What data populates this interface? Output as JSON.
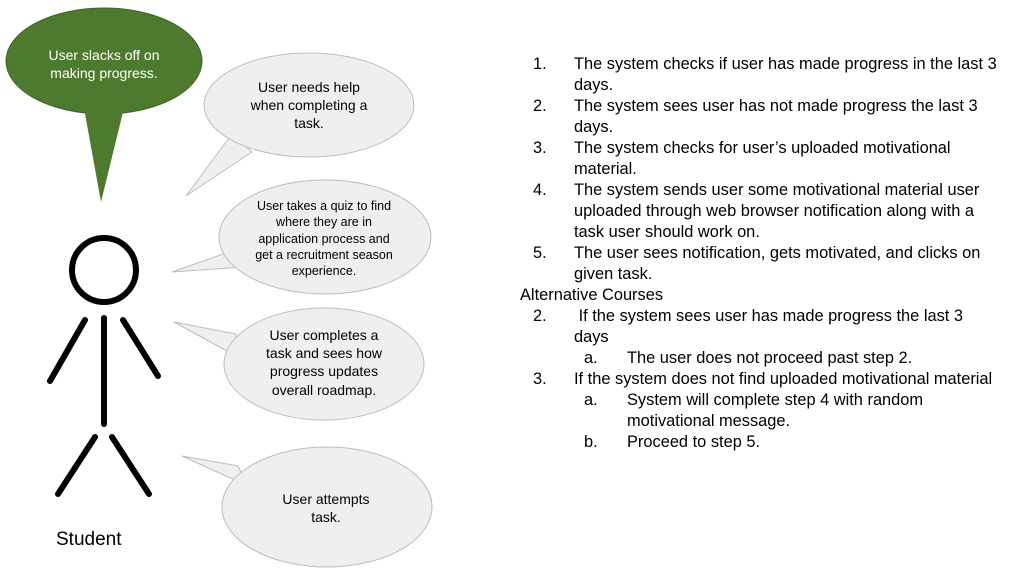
{
  "actor": {
    "label": "Student"
  },
  "bubbles": {
    "trigger": "User slacks off on making progress.",
    "help": "User needs help when completing a task.",
    "quiz": "User takes a quiz to find where they are in application process and get a recruitment season experience.",
    "complete": "User completes a task and sees how progress updates overall roadmap.",
    "attempt": "User attempts task."
  },
  "colors": {
    "trigger_fill": "#4d7a2e",
    "bubble_fill": "#efefef",
    "bubble_stroke": "#bdbdbd"
  },
  "main_steps": [
    {
      "num": "1.",
      "text": "The system checks if user has made progress in the last 3 days."
    },
    {
      "num": "2.",
      "text": "The system sees user has not made progress the last 3 days."
    },
    {
      "num": "3.",
      "text": "The system checks for user’s uploaded motivational material."
    },
    {
      "num": "4.",
      "text": "The system sends user some motivational material user uploaded through web browser notification along with a task user should work on."
    },
    {
      "num": "5.",
      "text": "The user sees notification, gets motivated, and clicks on given task."
    }
  ],
  "alt_heading": "Alternative Courses",
  "alt_courses": [
    {
      "num": "2.",
      "text": " If the system sees user has made progress the last 3 days",
      "sub": [
        {
          "num": "a.",
          "text": "The user does not proceed past step 2."
        }
      ]
    },
    {
      "num": "3.",
      "text": "If the system does not find uploaded motivational material",
      "sub": [
        {
          "num": "a.",
          "text": "System will complete step 4 with random motivational message."
        },
        {
          "num": "b.",
          "text": "Proceed to step 5."
        }
      ]
    }
  ]
}
